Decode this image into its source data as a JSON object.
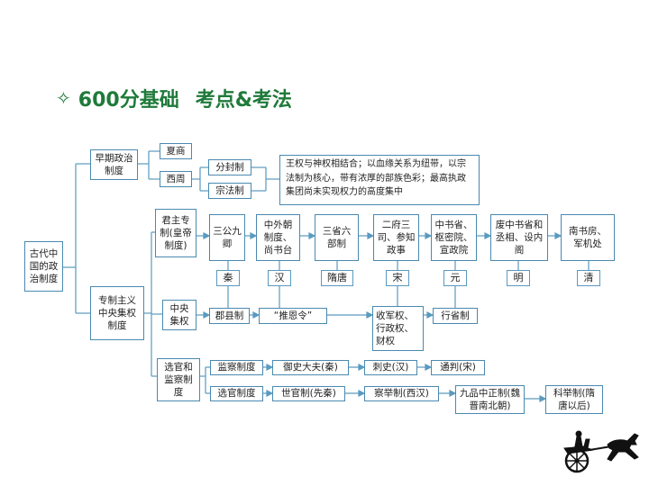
{
  "title": {
    "icon": "diamond-star-icon",
    "part1": "600分基础",
    "part2": "考点&考法",
    "color": "#1f7a3a"
  },
  "diagram": {
    "root": "古代中国的政治制度",
    "early": {
      "label": "早期政治制度",
      "xia_shang": "夏商",
      "zhou": "西周",
      "fenfeng": "分封制",
      "zongfa": "宗法制",
      "note": "王权与神权相结合；以血缘关系为纽带，以宗法制为核心，带有浓厚的部族色彩；最高执政集团尚未实现权力的高度集中"
    },
    "autocracy": {
      "label": "专制主义中央集权制度",
      "monarch": {
        "label": "君主专制(皇帝制度)",
        "stages": [
          "三公九卿",
          "中外朝制度、尚书台",
          "三省六部制",
          "二府三司、参知政事",
          "中书省、枢密院、宣政院",
          "废中书省和丞相、设内阁",
          "南书房、军机处"
        ],
        "dynasties": [
          "秦",
          "汉",
          "隋唐",
          "宋",
          "元",
          "明",
          "清"
        ]
      },
      "central": {
        "label": "中央集权",
        "items": [
          "郡县制",
          "“推恩令”",
          "收军权、行政权、财权",
          "行省制"
        ]
      },
      "selection": {
        "label": "选官和监察制度",
        "supervision": [
          "监察制度",
          "御史大夫(秦)",
          "刺史(汉)",
          "通判(宋)"
        ],
        "officials": [
          "选官制度",
          "世官制(先秦)",
          "察举制(西汉)",
          "九品中正制(魏晋南北朝)",
          "科举制(隋唐以后)"
        ]
      }
    }
  },
  "colors": {
    "line": "#5a9abf",
    "border": "#4a89b0"
  },
  "logo_icon": "chariot-icon"
}
